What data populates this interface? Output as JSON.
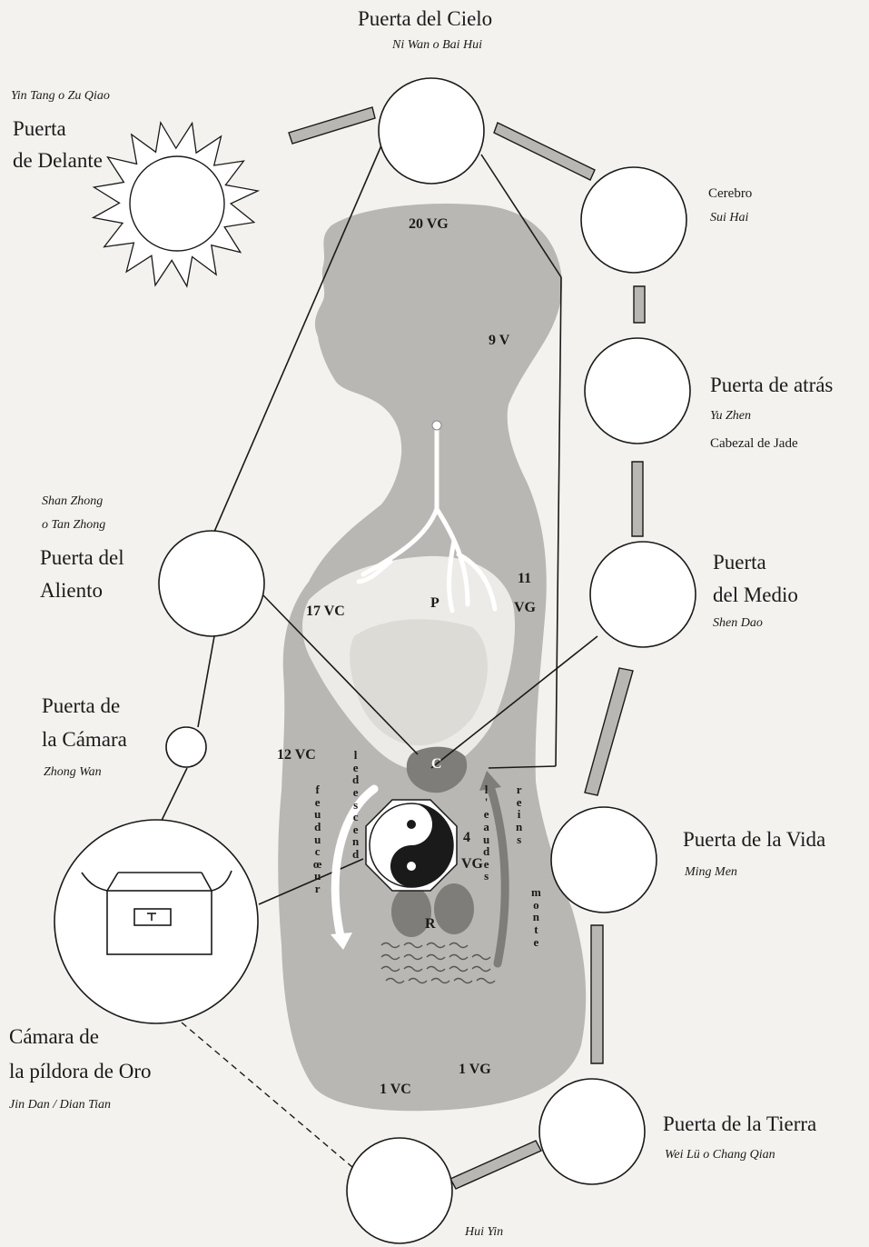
{
  "gates": {
    "cielo": {
      "name": "Puerta del Cielo",
      "sub": "Ni Wan o Bai Hui"
    },
    "delante": {
      "top": "Yin Tang o Zu Qiao",
      "line1": "Puerta",
      "line2": "de Delante"
    },
    "cerebro": {
      "name": "Cerebro",
      "sub": "Sui Hai"
    },
    "atras": {
      "name": "Puerta de atrás",
      "sub": "Yu Zhen",
      "sub2": "Cabezal de Jade"
    },
    "medio": {
      "line1": "Puerta",
      "line2": "del Medio",
      "sub": "Shen Dao"
    },
    "vida": {
      "name": "Puerta de la Vida",
      "sub": "Ming Men"
    },
    "tierra": {
      "name": "Puerta de la Tierra",
      "sub": "Wei Lü o Chang Qian"
    },
    "huiyin": {
      "sub": "Hui Yin"
    },
    "aliento": {
      "top1": "Shan Zhong",
      "top2": "o Tan Zhong",
      "line1": "Puerta del",
      "line2": "Aliento"
    },
    "camara": {
      "line1": "Puerta de",
      "line2": "la Cámara",
      "sub": "Zhong Wan"
    },
    "oro": {
      "line1": "Cámara de",
      "line2": "la píldora de Oro",
      "sub": "Jin Dan / Dian Tian"
    }
  },
  "points": {
    "vg20": "20 VG",
    "v9": "9 V",
    "vc17": "17 VC",
    "vg11a": "11",
    "vg11b": "VG",
    "vc12": "12 VC",
    "vg4a": "4",
    "vg4b": "VG",
    "vg1": "1 VG",
    "vc1": "1 VC",
    "p": "P",
    "c": "C",
    "r": "R"
  },
  "flow_text": {
    "descend_col1": "feu du cœur",
    "descend_col2": "le descend",
    "ascend_col1": "reins",
    "ascend_col2": "l'eau des",
    "ascend_col3": "monte"
  },
  "colors": {
    "background": "#f4f2ee",
    "body_silhouette": "#b9b7b3",
    "chest_cavity": "#ecebe7",
    "organ_dark": "#7f7d7a",
    "line": "#1a1a1a",
    "circle_fill": "#ffffff"
  }
}
